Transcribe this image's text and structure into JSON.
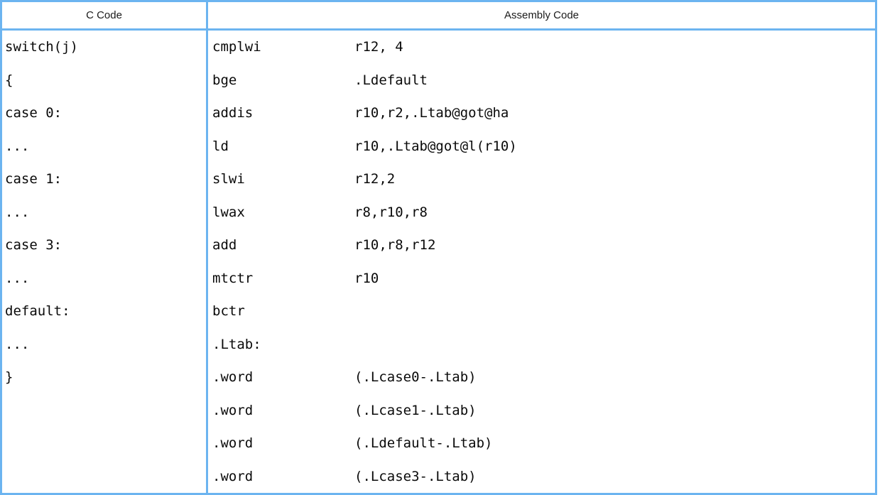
{
  "table": {
    "headers": {
      "c_code": "C Code",
      "assembly_code": "Assembly Code"
    },
    "colors": {
      "border": "#6cb4f0",
      "text": "#0a0a0a",
      "background": "#ffffff"
    },
    "rows": [
      {
        "c": "switch(j)",
        "mnemonic": "cmplwi",
        "operand": "r12, 4"
      },
      {
        "c": "{",
        "mnemonic": "bge",
        "operand": ".Ldefault"
      },
      {
        "c": "case 0:",
        "mnemonic": "addis",
        "operand": "r10,r2,.Ltab@got@ha"
      },
      {
        "c": "...",
        "mnemonic": "ld",
        "operand": "r10,.Ltab@got@l(r10)"
      },
      {
        "c": "case 1:",
        "mnemonic": "slwi",
        "operand": "r12,2"
      },
      {
        "c": "...",
        "mnemonic": "lwax",
        "operand": "r8,r10,r8"
      },
      {
        "c": "case 3:",
        "mnemonic": "add",
        "operand": "r10,r8,r12"
      },
      {
        "c": "...",
        "mnemonic": "mtctr",
        "operand": "r10"
      },
      {
        "c": "default:",
        "mnemonic": "bctr",
        "operand": ""
      },
      {
        "c": "...",
        "mnemonic": ".Ltab:",
        "operand": ""
      },
      {
        "c": "}",
        "mnemonic": ".word",
        "operand": "(.Lcase0-.Ltab)"
      },
      {
        "c": "",
        "mnemonic": ".word",
        "operand": "(.Lcase1-.Ltab)"
      },
      {
        "c": "",
        "mnemonic": ".word",
        "operand": "(.Ldefault-.Ltab)"
      },
      {
        "c": "",
        "mnemonic": ".word",
        "operand": "(.Lcase3-.Ltab)"
      }
    ]
  }
}
